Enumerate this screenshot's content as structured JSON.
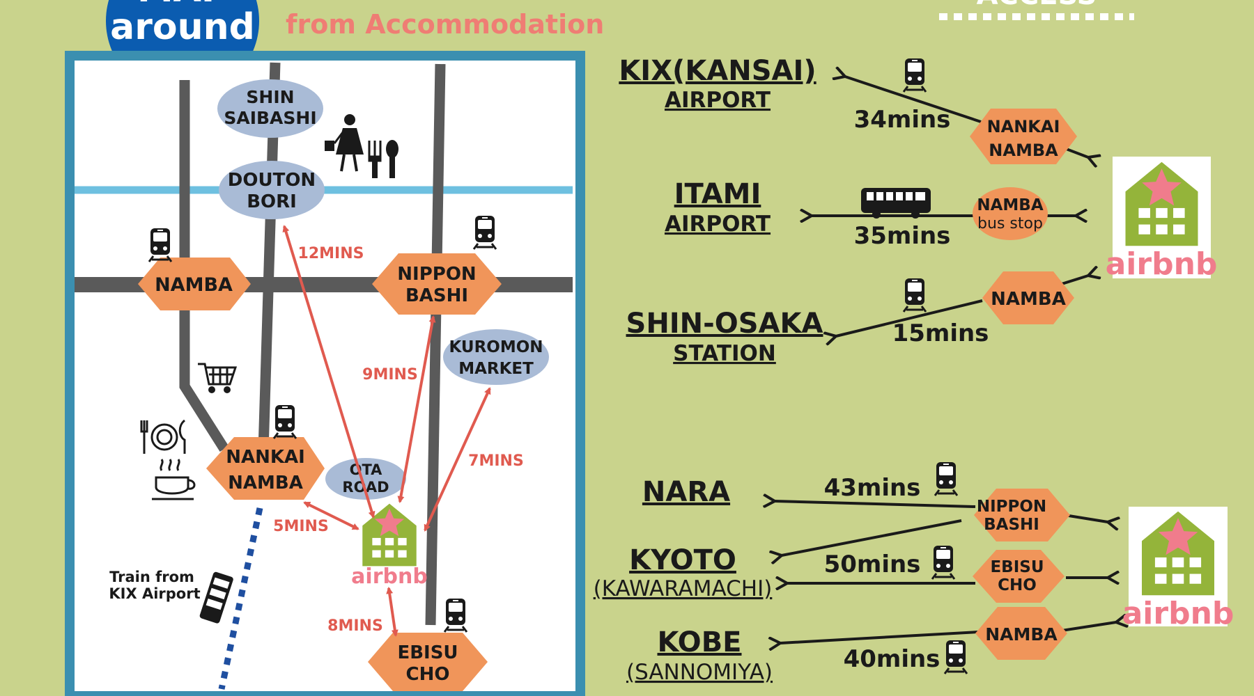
{
  "header": {
    "badge_line1": "MAP",
    "badge_line2": "around",
    "subtitle": "from Accommodation",
    "right_header": "ACCESS"
  },
  "map": {
    "areas": {
      "shinsaibashi": [
        "SHIN",
        "SAIBASHI"
      ],
      "dotonbori": [
        "DOUTON",
        "BORI"
      ],
      "kuromon": [
        "KUROMON",
        "MARKET"
      ],
      "ota_road": [
        "OTA",
        "ROAD"
      ]
    },
    "stations": {
      "namba": [
        "NAMBA"
      ],
      "nipponbashi": [
        "NIPPON",
        "BASHI"
      ],
      "nankai_namba": [
        "NANKAI",
        "NAMBA"
      ],
      "ebisucho": [
        "EBISU",
        "CHO"
      ]
    },
    "times": {
      "to_dotonbori": "12MINS",
      "to_nipponbashi": "9MINS",
      "to_kuromon": "7MINS",
      "to_nankai": "5MINS",
      "to_ebisucho": "8MINS"
    },
    "train_note": [
      "Train from",
      "KIX Airport"
    ],
    "airbnb_label": "airbnb"
  },
  "access": {
    "kix": {
      "line1": "KIX(KANSAI)",
      "line2": "AIRPORT",
      "time": "34mins",
      "via": [
        "NANKAI",
        "NAMBA"
      ]
    },
    "itami": {
      "line1": "ITAMI",
      "line2": "AIRPORT",
      "time": "35mins",
      "via": [
        "NAMBA",
        "bus stop"
      ]
    },
    "shin_osaka": {
      "line1": "SHIN-OSAKA",
      "line2": "STATION",
      "time": "15mins",
      "via": [
        "NAMBA"
      ]
    },
    "nara": {
      "line1": "NARA",
      "time": "43mins",
      "via": [
        "NIPPON",
        "BASHI"
      ]
    },
    "kyoto": {
      "line1": "KYOTO",
      "line2": "(KAWARAMACHI)",
      "time": "50mins",
      "via": [
        "EBISU",
        "CHO"
      ]
    },
    "kobe": {
      "line1": "KOBE",
      "line2": "(SANNOMIYA)",
      "time": "40mins",
      "via": [
        "NAMBA"
      ]
    }
  },
  "colors": {
    "background": "#c9d38c",
    "map_frame": "#3b8fb0",
    "badge": "#0b5cb0",
    "station": "#f0955a",
    "area": "#a9bbd6",
    "route": "#e05a4f",
    "road": "#5a5a5a",
    "river": "#6ec0e0",
    "rail": "#1f4fa0",
    "airbnb_green": "#94b43a",
    "airbnb_pink": "#f07c8c"
  }
}
